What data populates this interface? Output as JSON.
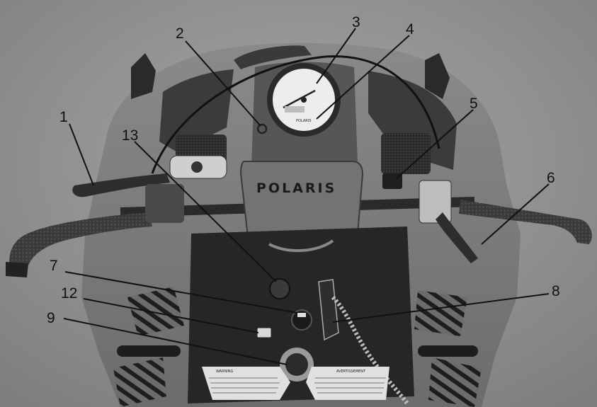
{
  "figure": {
    "brand_text": "POLARIS",
    "gauge_text": "POLARIS",
    "warning_label_left": "WARNING",
    "warning_label_right": "AVERTISSEMENT",
    "callouts": [
      "1",
      "2",
      "3",
      "4",
      "5",
      "6",
      "7",
      "8",
      "9",
      "12",
      "13"
    ]
  }
}
